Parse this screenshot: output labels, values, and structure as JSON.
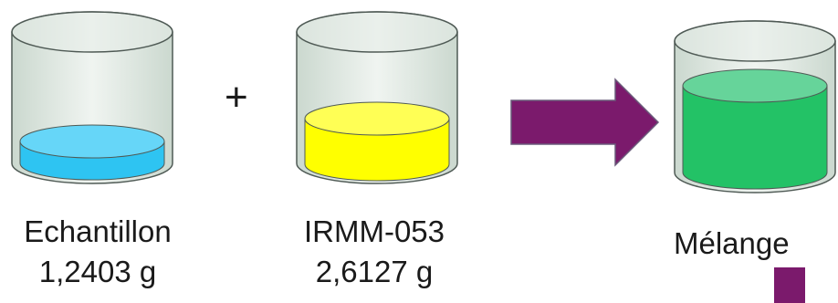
{
  "operator": "+",
  "beakers": [
    {
      "id": "sample",
      "name": "Echantillon",
      "mass": "1,2403 g",
      "liquid_color": "#2ec4f2",
      "liquid_top_color": "#66d6f8",
      "fill_level": 0.18
    },
    {
      "id": "spike",
      "name": "IRMM-053",
      "mass": "2,6127 g",
      "liquid_color": "#ffff00",
      "liquid_top_color": "#ffff55",
      "fill_level": 0.48
    },
    {
      "id": "mixture",
      "name": "Mélange",
      "mass": "",
      "liquid_color": "#23c266",
      "liquid_top_color": "#66d49a",
      "fill_level": 0.75
    }
  ],
  "colors": {
    "glass_fill": "#dfe8e2",
    "glass_outline": "#4f5a55",
    "arrow": "#7b1a6c",
    "arrow_outline": "#6a5a7a",
    "square": "#7b1a6c"
  }
}
